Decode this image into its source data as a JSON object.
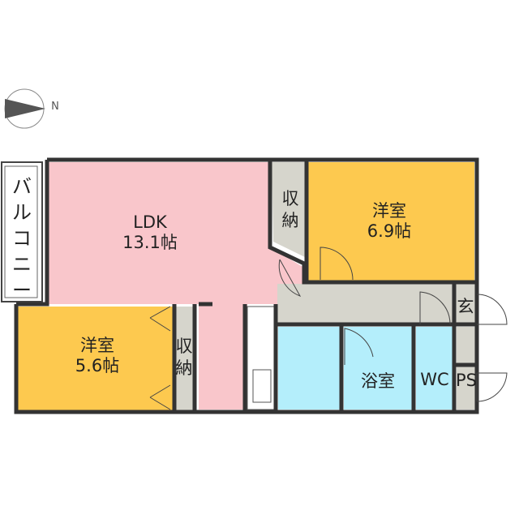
{
  "compass": {
    "label": "N"
  },
  "rooms": {
    "balcony": {
      "label": "バルコニー",
      "color": "#ffffff"
    },
    "ldk": {
      "name": "LDK",
      "size": "13.1帖",
      "color": "#f9c6cb"
    },
    "western_a": {
      "name": "洋室",
      "size": "6.9帖",
      "color": "#fdc94f"
    },
    "western_b": {
      "name": "洋室",
      "size": "5.6帖",
      "color": "#fdc94f"
    },
    "storage_top": {
      "label": "収納",
      "color": "#d6d5cc"
    },
    "storage_left": {
      "label": "収納",
      "color": "#d6d5cc"
    },
    "entrance": {
      "label": "玄",
      "color": "#d6d5cc"
    },
    "bath": {
      "label": "浴室",
      "color": "#b4eefb"
    },
    "wc": {
      "label": "WC",
      "color": "#b4eefb"
    },
    "ps": {
      "label": "PS",
      "color": "#d6d5cc"
    }
  },
  "wall_color": "#333333"
}
